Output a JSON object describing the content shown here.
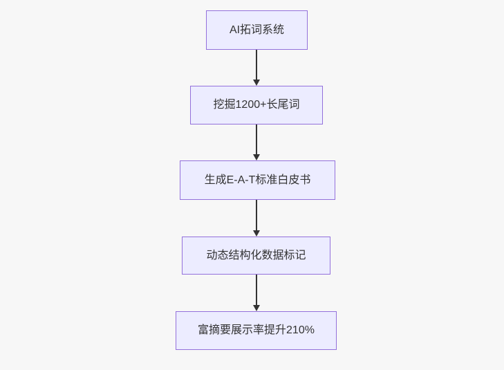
{
  "diagram": {
    "type": "flowchart",
    "direction": "top-down",
    "background_color": "#f7f7f7",
    "node_fill_color": "#ECECFF",
    "node_border_color": "#9370DB",
    "node_text_color": "#333333",
    "arrow_color": "#333333",
    "nodes": [
      {
        "id": "n1",
        "label": "AI拓词系统"
      },
      {
        "id": "n2",
        "label": "挖掘1200+长尾词"
      },
      {
        "id": "n3",
        "label": "生成E-A-T标准白皮书"
      },
      {
        "id": "n4",
        "label": "动态结构化数据标记"
      },
      {
        "id": "n5",
        "label": "富摘要展示率提升210%"
      }
    ],
    "edges": [
      {
        "from": "n1",
        "to": "n2"
      },
      {
        "from": "n2",
        "to": "n3"
      },
      {
        "from": "n3",
        "to": "n4"
      },
      {
        "from": "n4",
        "to": "n5"
      }
    ]
  }
}
